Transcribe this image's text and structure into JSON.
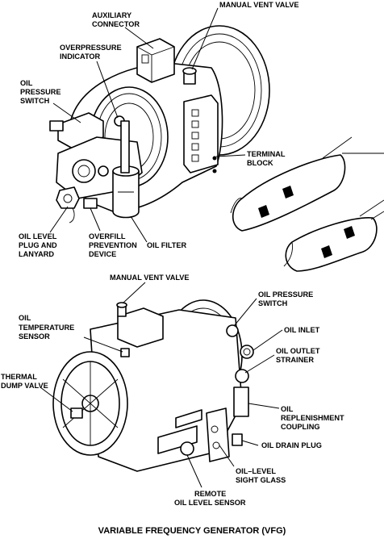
{
  "upper_view": {
    "labels": {
      "auxiliary_connector": [
        "AUXILIARY",
        "CONNECTOR"
      ],
      "manual_vent_valve": [
        "MANUAL VENT VALVE"
      ],
      "overpressure_indicator": [
        "OVERPRESSURE",
        "INDICATOR"
      ],
      "oil_pressure_switch": [
        "OIL",
        "PRESSURE",
        "SWITCH"
      ],
      "terminal_block": [
        "TERMINAL",
        "BLOCK"
      ],
      "oil_level_plug": [
        "OIL LEVEL",
        "PLUG AND",
        "LANYARD"
      ],
      "overfill_prevention": [
        "OVERFILL",
        "PREVENTION",
        "DEVICE"
      ],
      "oil_filter": [
        "OIL FILTER"
      ]
    }
  },
  "lower_view": {
    "labels": {
      "manual_vent_valve": [
        "MANUAL VENT VALVE"
      ],
      "oil_pressure_switch": [
        "OIL PRESSURE",
        "SWITCH"
      ],
      "oil_temperature_sensor": [
        "OIL",
        "TEMPERATURE",
        "SENSOR"
      ],
      "oil_inlet": [
        "OIL INLET"
      ],
      "oil_outlet_strainer": [
        "OIL OUTLET",
        "STRAINER"
      ],
      "thermal_dump_valve": [
        "THERMAL",
        "DUMP VALVE"
      ],
      "oil_replenishment_coupling": [
        "OIL",
        "REPLENISHMENT",
        "COUPLING"
      ],
      "oil_drain_plug": [
        "OIL DRAIN PLUG"
      ],
      "oil_level_sight_glass": [
        "OIL–LEVEL",
        "SIGHT GLASS"
      ],
      "remote_oil_level_sensor": [
        "REMOTE",
        "OIL LEVEL SENSOR"
      ]
    }
  },
  "caption": "VARIABLE FREQUENCY GENERATOR (VFG)"
}
